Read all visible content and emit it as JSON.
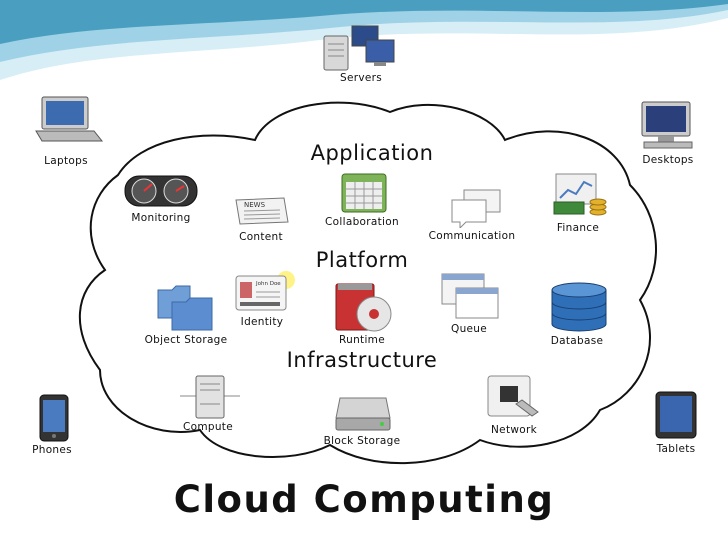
{
  "title": "Cloud Computing",
  "sections": {
    "application": "Application",
    "platform": "Platform",
    "infrastructure": "Infrastructure"
  },
  "devices": {
    "servers": "Servers",
    "laptops": "Laptops",
    "desktops": "Desktops",
    "phones": "Phones",
    "tablets": "Tablets"
  },
  "services": {
    "monitoring": "Monitoring",
    "content": "Content",
    "collaboration": "Collaboration",
    "communication": "Communication",
    "finance": "Finance",
    "identity": "Identity",
    "object_storage": "Object Storage",
    "runtime": "Runtime",
    "queue": "Queue",
    "database": "Database",
    "compute": "Compute",
    "block_storage": "Block Storage",
    "network": "Network"
  },
  "icon_text": {
    "news": "NEWS",
    "id_name": "John Doe"
  },
  "colors": {
    "wave_dark": "#4a9fc0",
    "wave_light": "#c4e4f0",
    "cloud_outline": "#111111",
    "cloud_fill": "#ffffff"
  }
}
